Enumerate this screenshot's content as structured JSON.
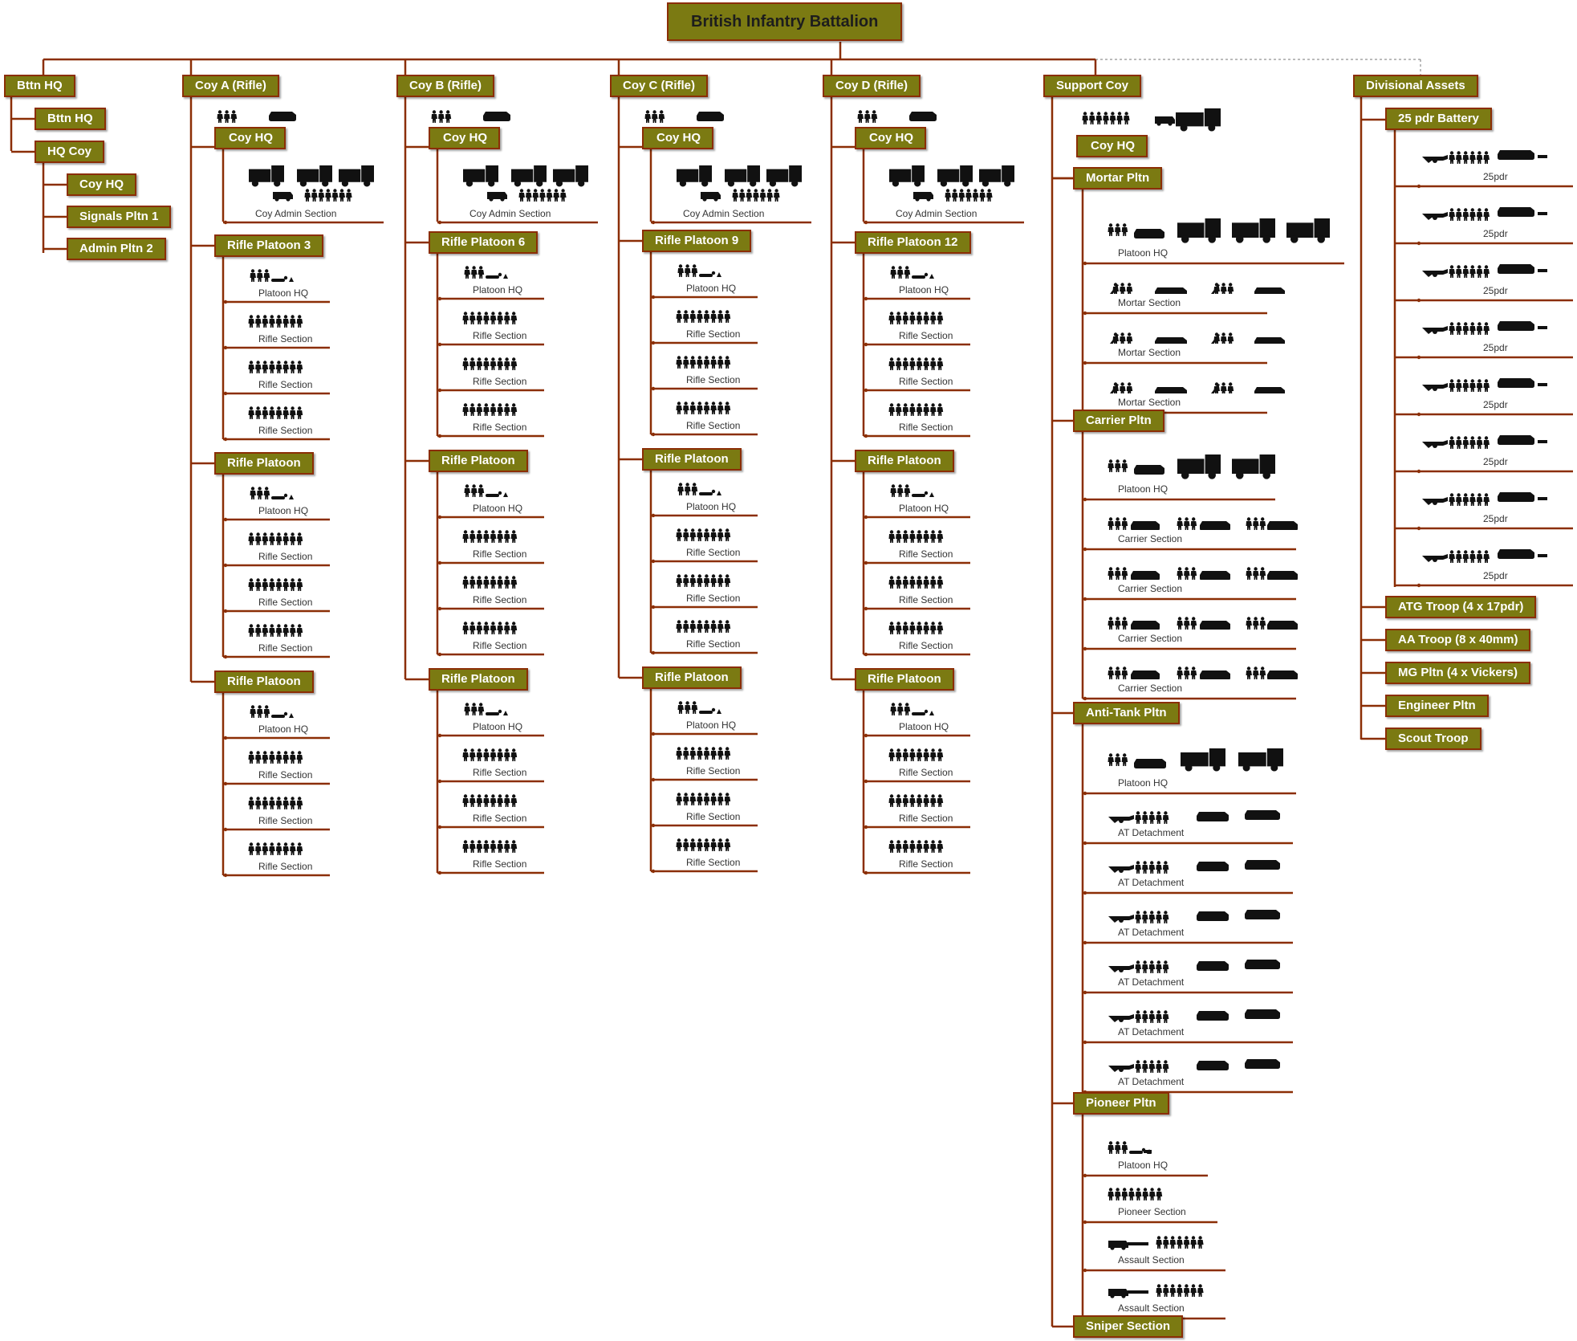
{
  "title": "British Infantry Battalion",
  "colors": {
    "box_fill": "#7b7a12",
    "box_border": "#8b2e05",
    "line": "#8b2e05",
    "silhouette": "#111111",
    "caption": "#333333"
  },
  "battalion_hq": {
    "label": "Bttn HQ",
    "children": [
      {
        "label": "Bttn HQ"
      },
      {
        "label": "HQ Coy",
        "children": [
          {
            "label": "Coy HQ"
          },
          {
            "label": "Signals Pltn 1"
          },
          {
            "label": "Admin Pltn 2"
          }
        ]
      }
    ]
  },
  "rifle_companies": [
    {
      "label": "Coy A (Rifle)",
      "coy_hq": "Coy HQ",
      "admin": "Coy Admin Section",
      "platoons": [
        {
          "label": "Rifle Platoon 3",
          "sections": [
            "Platoon HQ",
            "Rifle Section",
            "Rifle Section",
            "Rifle Section"
          ]
        },
        {
          "label": "Rifle Platoon",
          "sections": [
            "Platoon HQ",
            "Rifle Section",
            "Rifle Section",
            "Rifle Section"
          ]
        },
        {
          "label": "Rifle Platoon",
          "sections": [
            "Platoon HQ",
            "Rifle Section",
            "Rifle Section",
            "Rifle Section"
          ]
        }
      ]
    },
    {
      "label": "Coy B (Rifle)",
      "coy_hq": "Coy HQ",
      "admin": "Coy Admin Section",
      "platoons": [
        {
          "label": "Rifle Platoon 6",
          "sections": [
            "Platoon HQ",
            "Rifle Section",
            "Rifle Section",
            "Rifle Section"
          ]
        },
        {
          "label": "Rifle Platoon",
          "sections": [
            "Platoon HQ",
            "Rifle Section",
            "Rifle Section",
            "Rifle Section"
          ]
        },
        {
          "label": "Rifle Platoon",
          "sections": [
            "Platoon HQ",
            "Rifle Section",
            "Rifle Section",
            "Rifle Section"
          ]
        }
      ]
    },
    {
      "label": "Coy C (Rifle)",
      "coy_hq": "Coy HQ",
      "admin": "Coy Admin Section",
      "platoons": [
        {
          "label": "Rifle Platoon 9",
          "sections": [
            "Platoon HQ",
            "Rifle Section",
            "Rifle Section",
            "Rifle Section"
          ]
        },
        {
          "label": "Rifle Platoon",
          "sections": [
            "Platoon HQ",
            "Rifle Section",
            "Rifle Section",
            "Rifle Section"
          ]
        },
        {
          "label": "Rifle Platoon",
          "sections": [
            "Platoon HQ",
            "Rifle Section",
            "Rifle Section",
            "Rifle Section"
          ]
        }
      ]
    },
    {
      "label": "Coy D (Rifle)",
      "coy_hq": "Coy HQ",
      "admin": "Coy Admin Section",
      "platoons": [
        {
          "label": "Rifle Platoon 12",
          "sections": [
            "Platoon HQ",
            "Rifle Section",
            "Rifle Section",
            "Rifle Section"
          ]
        },
        {
          "label": "Rifle Platoon",
          "sections": [
            "Platoon HQ",
            "Rifle Section",
            "Rifle Section",
            "Rifle Section"
          ]
        },
        {
          "label": "Rifle Platoon",
          "sections": [
            "Platoon HQ",
            "Rifle Section",
            "Rifle Section",
            "Rifle Section"
          ]
        }
      ]
    }
  ],
  "support_coy": {
    "label": "Support Coy",
    "coy_hq": "Coy HQ",
    "platoons": [
      {
        "label": "Mortar Pltn",
        "sections": [
          "Platoon HQ",
          "Mortar Section",
          "Mortar Section",
          "Mortar Section"
        ]
      },
      {
        "label": "Carrier Pltn",
        "sections": [
          "Platoon HQ",
          "Carrier Section",
          "Carrier Section",
          "Carrier Section",
          "Carrier Section"
        ]
      },
      {
        "label": "Anti-Tank Pltn",
        "sections": [
          "Platoon HQ",
          "AT Detachment",
          "AT Detachment",
          "AT Detachment",
          "AT Detachment",
          "AT Detachment",
          "AT Detachment"
        ]
      },
      {
        "label": "Pioneer Pltn",
        "sections": [
          "Platoon HQ",
          "Pioneer Section",
          "Assault Section",
          "Assault Section"
        ]
      },
      {
        "label": "Sniper Section",
        "sections": []
      }
    ]
  },
  "divisional_assets": {
    "label": "Divisional Assets",
    "battery": {
      "label": "25 pdr Battery",
      "guns": [
        "25pdr",
        "25pdr",
        "25pdr",
        "25pdr",
        "25pdr",
        "25pdr",
        "25pdr",
        "25pdr"
      ]
    },
    "units": [
      "ATG Troop (4 x 17pdr)",
      "AA Troop (8 x 40mm)",
      "MG Pltn (4 x Vickers)",
      "Engineer Pltn",
      "Scout Troop"
    ]
  }
}
